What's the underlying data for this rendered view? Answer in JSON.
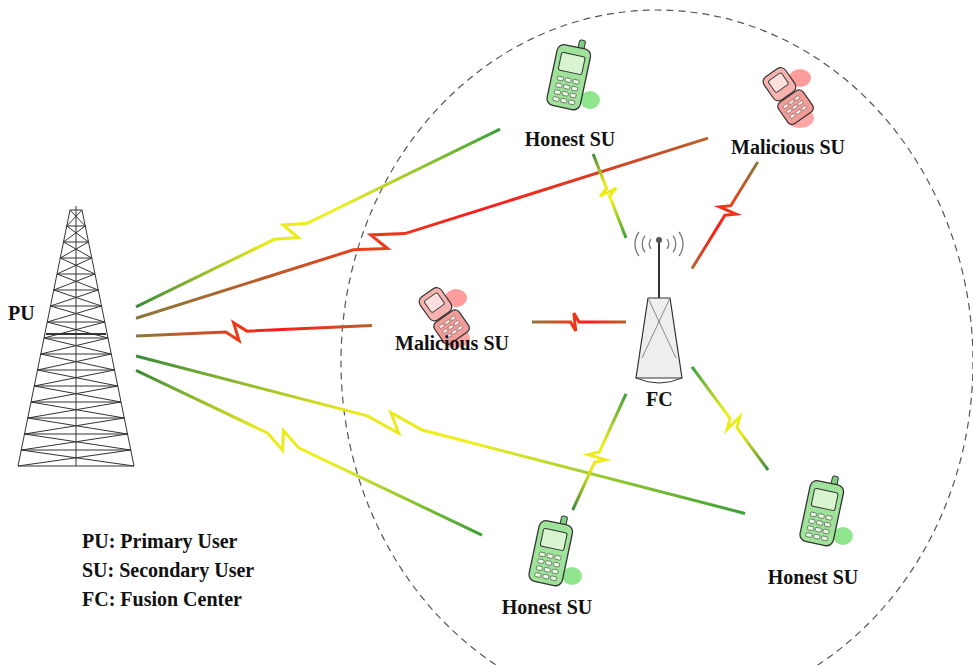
{
  "diagram": {
    "nodes": [
      {
        "text": [
          "Honest SU"
        ]
      },
      {
        "text": [
          "Malicious SU"
        ]
      },
      {
        "text": [
          "PU"
        ]
      },
      {
        "text": [
          "Malicious SU"
        ]
      },
      {
        "text": [
          "FC"
        ]
      },
      {
        "text": [
          "Honest SU"
        ]
      },
      {
        "text": [
          "Honest SU"
        ]
      }
    ],
    "edges": [
      {
        "from": 2,
        "to": 0,
        "arrow": "none"
      },
      {
        "from": 2,
        "to": 1,
        "arrow": "none"
      },
      {
        "from": 2,
        "to": 3,
        "arrow": "none"
      },
      {
        "from": 2,
        "to": 5,
        "arrow": "none"
      },
      {
        "from": 2,
        "to": 6,
        "arrow": "none"
      },
      {
        "from": 0,
        "to": 4,
        "arrow": "none"
      },
      {
        "from": 1,
        "to": 4,
        "arrow": "none"
      },
      {
        "from": 3,
        "to": 4,
        "arrow": "none"
      },
      {
        "from": 5,
        "to": 4,
        "arrow": "none"
      },
      {
        "from": 6,
        "to": 4,
        "arrow": "none"
      }
    ],
    "labels": [
      "PU: Primary User",
      "SU: Secondary User",
      "FC: Fusion Center"
    ]
  }
}
